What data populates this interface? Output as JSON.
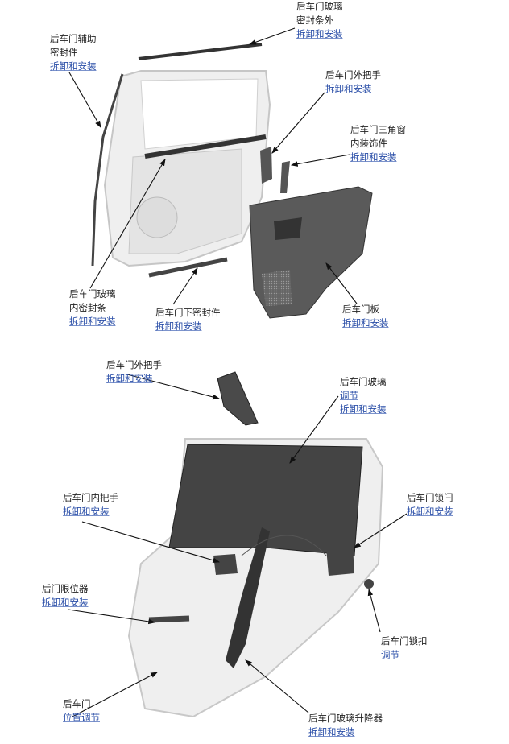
{
  "labels": [
    {
      "id": "rear-door-glass-outer-seal",
      "lines": [
        "后车门玻璃",
        "密封条外"
      ],
      "links": [
        "拆卸和安装"
      ]
    },
    {
      "id": "rear-door-aux-seal",
      "lines": [
        "后车门辅助",
        "密封件"
      ],
      "links": [
        "拆卸和安装"
      ]
    },
    {
      "id": "rear-door-outer-handle-top",
      "lines": [
        "后车门外把手"
      ],
      "links": [
        "拆卸和安装"
      ]
    },
    {
      "id": "rear-door-quarter-window-trim",
      "lines": [
        "后车门三角窗",
        "内装饰件"
      ],
      "links": [
        "拆卸和安装"
      ]
    },
    {
      "id": "rear-door-glass-inner-seal",
      "lines": [
        "后车门玻璃",
        "内密封条"
      ],
      "links": [
        "拆卸和安装"
      ]
    },
    {
      "id": "rear-door-lower-seal",
      "lines": [
        "后车门下密封件"
      ],
      "links": [
        "拆卸和安装"
      ]
    },
    {
      "id": "rear-door-panel",
      "lines": [
        "后车门板"
      ],
      "links": [
        "拆卸和安装"
      ]
    },
    {
      "id": "rear-door-outer-handle",
      "lines": [
        "后车门外把手"
      ],
      "links": [
        "拆卸和安装"
      ]
    },
    {
      "id": "rear-door-glass",
      "lines": [
        "后车门玻璃"
      ],
      "links": [
        "调节",
        "拆卸和安装"
      ]
    },
    {
      "id": "rear-door-inner-handle",
      "lines": [
        "后车门内把手"
      ],
      "links": [
        "拆卸和安装"
      ]
    },
    {
      "id": "rear-door-latch",
      "lines": [
        "后车门锁闩"
      ],
      "links": [
        "拆卸和安装"
      ]
    },
    {
      "id": "rear-door-checker",
      "lines": [
        "后门限位器"
      ],
      "links": [
        "拆卸和安装"
      ]
    },
    {
      "id": "rear-door-striker",
      "lines": [
        "后车门锁扣"
      ],
      "links": [
        "调节"
      ]
    },
    {
      "id": "rear-door",
      "lines": [
        "后车门"
      ],
      "links": [
        "位置调节"
      ]
    },
    {
      "id": "rear-door-window-regulator",
      "lines": [
        "后车门玻璃升降器"
      ],
      "links": [
        "拆卸和安装"
      ]
    }
  ],
  "colors": {
    "link": "#2b4fa8",
    "part": "#4a4a4a",
    "door": "#ececec"
  }
}
